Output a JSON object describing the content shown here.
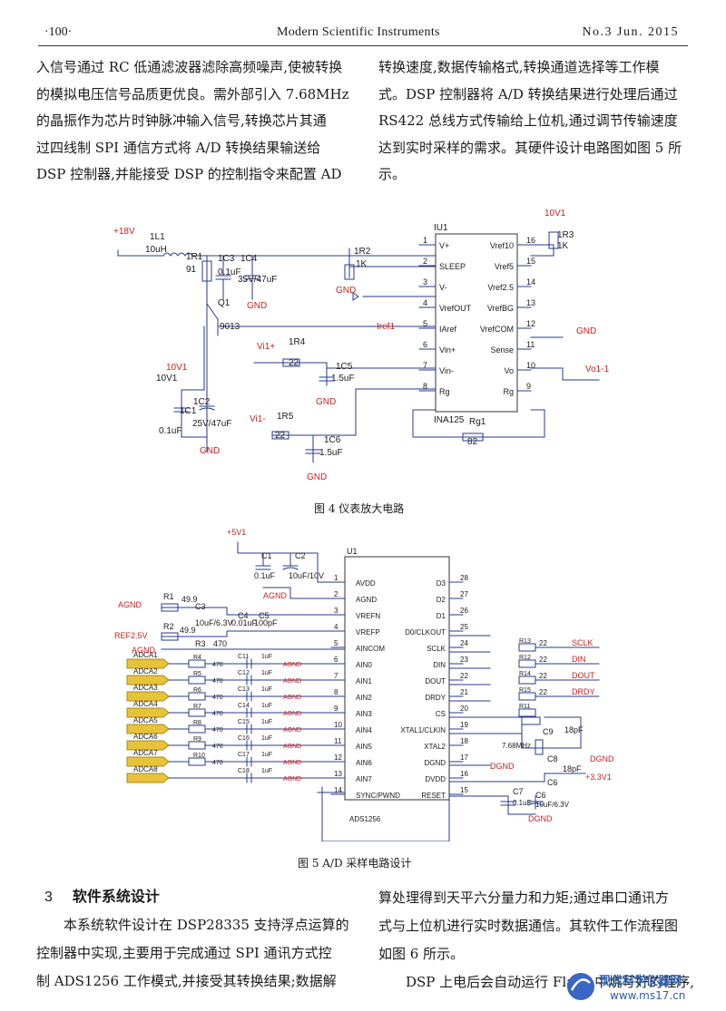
{
  "header": {
    "page": "·100·",
    "journal": "Modern Scientific Instruments",
    "issue": "No.3 Jun. 2015"
  },
  "left_top": [
    "入信号通过 RC 低通滤波器滤除高频噪声,使被转换",
    "的模拟电压信号品质更优良。需外部引入 7.68MHz",
    "的晶振作为芯片时钟脉冲输入信号,转换芯片其通",
    "过四线制 SPI 通信方式将 A/D 转换结果输送给",
    "DSP 控制器,并能接受 DSP 的控制指令来配置 AD"
  ],
  "right_top": [
    "转换速度,数据传输格式,转换通道选择等工作模",
    "式。DSP 控制器将 A/D 转换结果进行处理后通过",
    "RS422 总线方式传输给上位机,通过调节传输速度",
    "达到实时采样的需求。其硬件设计电路图如图 5 所",
    "示。"
  ],
  "fig4": {
    "caption": "图 4   仪表放大电路",
    "chip": "IU1",
    "chip_part": "INA125",
    "pins_left": [
      [
        "1",
        "V+"
      ],
      [
        "2",
        "SLEEP"
      ],
      [
        "3",
        "V-"
      ],
      [
        "4",
        "VrefOUT"
      ],
      [
        "5",
        "IAref"
      ],
      [
        "6",
        "Vin+"
      ],
      [
        "7",
        "Vin-"
      ],
      [
        "8",
        "Rg"
      ]
    ],
    "pins_right": [
      [
        "16",
        "Vref10"
      ],
      [
        "15",
        "Vref5"
      ],
      [
        "14",
        "Vref2.5"
      ],
      [
        "13",
        "VrefBG"
      ],
      [
        "12",
        "VrefCOM"
      ],
      [
        "11",
        "Sense"
      ],
      [
        "10",
        "Vo"
      ],
      [
        "9",
        "Rg"
      ]
    ],
    "labels": {
      "p18": "+18V",
      "il1": "1L1",
      "il1v": "10uH",
      "r1": "1R1",
      "r1v": "91",
      "c3": "1C3",
      "c3v": "0.1uF",
      "c4": "1C4",
      "c4v": "35V/47uF",
      "q1": "Q1",
      "q1v": "9013",
      "r2": "1R2",
      "r2v": "1K",
      "gnd": "GND",
      "iref": "Iref1",
      "vdd": "10V1",
      "r3": "1R3",
      "r3v": "1K",
      "vi_p": "Vi1+",
      "r4": "1R4",
      "r4v": "22",
      "c5": "1C5",
      "c5v": "1.5uF",
      "vol": "Vo1-1",
      "c1": "1C1",
      "c1v": "0.1uF",
      "c2": "1C2",
      "c2v": "25V/47uF",
      "vi_n": "Vi1-",
      "r5": "1R5",
      "r5v": "22",
      "c6": "1C6",
      "c6v": "1.5uF",
      "rg": "Rg1",
      "rgv": "82"
    }
  },
  "fig5": {
    "caption": "图 5   A/D 采样电路设计",
    "chip": "U1",
    "chip_part": "ADS1256",
    "pins_left": [
      [
        "1",
        "AVDD"
      ],
      [
        "2",
        "AGND"
      ],
      [
        "3",
        "VREFN"
      ],
      [
        "4",
        "VREFP"
      ],
      [
        "5",
        "AINCOM"
      ],
      [
        "6",
        "AIN0"
      ],
      [
        "7",
        "AIN1"
      ],
      [
        "8",
        "AIN2"
      ],
      [
        "9",
        "AIN3"
      ],
      [
        "10",
        "AIN4"
      ],
      [
        "11",
        "AIN5"
      ],
      [
        "12",
        "AIN6"
      ],
      [
        "13",
        "AIN7"
      ],
      [
        "14",
        "SYNC/PWND"
      ]
    ],
    "pins_right": [
      [
        "28",
        "D3"
      ],
      [
        "27",
        "D2"
      ],
      [
        "26",
        "D1"
      ],
      [
        "25",
        "D0/CLKOUT"
      ],
      [
        "24",
        "SCLK"
      ],
      [
        "23",
        "DIN"
      ],
      [
        "22",
        "DOUT"
      ],
      [
        "21",
        "DRDY"
      ],
      [
        "20",
        "CS"
      ],
      [
        "19",
        "XTAL1/CLKIN"
      ],
      [
        "18",
        "XTAL2"
      ],
      [
        "17",
        "DGND"
      ],
      [
        "16",
        "DVDD"
      ],
      [
        "15",
        "RESET"
      ]
    ],
    "adca": [
      "ADCA1",
      "ADCA2",
      "ADCA3",
      "ADCA4",
      "ADCA5",
      "ADCA6",
      "ADCA7",
      "ADCA8"
    ],
    "rin": [
      "R4",
      "R5",
      "R6",
      "R7",
      "R8",
      "R9",
      "R10"
    ],
    "cin": [
      "C11",
      "C12",
      "C13",
      "C14",
      "C15",
      "C16",
      "C17",
      "C18"
    ],
    "rout": [
      "R13",
      "R12",
      "R14",
      "R15",
      "R11"
    ],
    "sig": [
      "SCLK",
      "DIN",
      "DOUT",
      "DRDY"
    ],
    "labels": {
      "p5v": "+5V1",
      "c1": "C1",
      "c1v": "0.1uF",
      "c2": "C2",
      "c2v": "10uF/10V",
      "agnd": "AGND",
      "r1": "R1",
      "r1v": "49.9",
      "c3": "C3",
      "c3v": "10uF/6.3V",
      "c4": "C4",
      "c4v": "0.01uF",
      "c5": "C5",
      "c5v": "100pF",
      "ref": "REF2.5V",
      "r2": "R2",
      "r2v": "49.9",
      "r3": "R3",
      "v470": "470",
      "v22": "22",
      "v1u": "1uF",
      "c9": "C9",
      "c9v": "18pF",
      "xtal": "7.68MHz",
      "c8": "C8",
      "c8v": "18pF",
      "dgnd": "DGND",
      "p33": "+3.3V1",
      "c6": "C6",
      "c7": "C7",
      "c7v": "0.1uF",
      "c6v": "10uF/6.3V"
    }
  },
  "section": {
    "num": "3",
    "title": "软件系统设计"
  },
  "left_bottom": [
    "本系统软件设计在 DSP28335 支持浮点运算的",
    "控制器中实现,主要用于完成通过 SPI 通讯方式控",
    "制 ADS1256 工作模式,并接受其转换结果;数据解"
  ],
  "right_bottom": [
    "算处理得到天平六分量力和力矩;通过串口通讯方",
    "式与上位机进行实时数据通信。其软件工作流程图",
    "如图 6 所示。",
    "DSP 上电后会自动运行 Flash 中烧写好的程序,"
  ],
  "watermark": {
    "cn": "现代科学仪器网",
    "url": "www.ms17.cn"
  },
  "colors": {
    "wire": "#2a3a8c",
    "red": "#cc1f1f",
    "signal": "#e8c33a",
    "text": "#1a1a1a"
  }
}
